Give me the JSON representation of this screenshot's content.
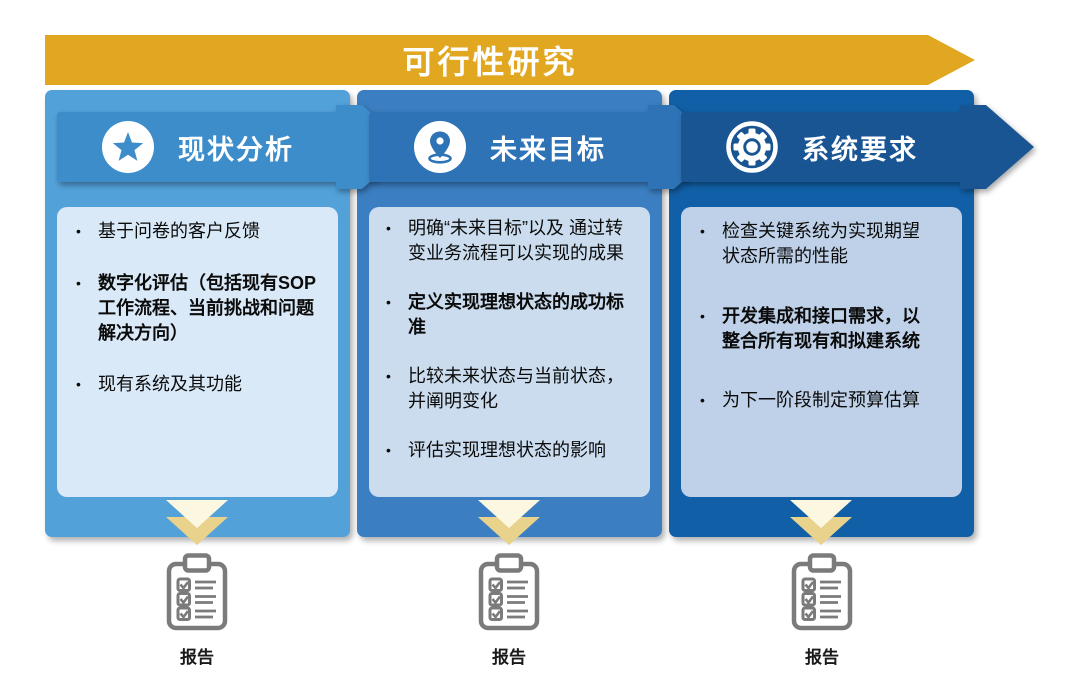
{
  "bullet": "•",
  "banner": {
    "title": "可行性研究"
  },
  "columns": [
    {
      "header": {
        "label": "现状分析",
        "icon": "star-icon"
      },
      "bullets": [
        {
          "text": "基于问卷的客户反馈",
          "bold": false
        },
        {
          "text": "数字化评估（包括现有SOP工作流程、当前挑战和问题解决方向）",
          "bold": true
        },
        {
          "text": "现有系统及其功能",
          "bold": false
        }
      ],
      "footer_label": "报告"
    },
    {
      "header": {
        "label": "未来目标",
        "icon": "location-pin-icon"
      },
      "bullets": [
        {
          "text": "明确“未来目标”以及 通过转变业务流程可以实现的成果",
          "bold": false
        },
        {
          "text": "定义实现理想状态的成功标准",
          "bold": true
        },
        {
          "text": "比较未来状态与当前状态，并阐明变化",
          "bold": false
        },
        {
          "text": "评估实现理想状态的影响",
          "bold": false
        }
      ],
      "footer_label": "报告"
    },
    {
      "header": {
        "label": "系统要求",
        "icon": "gear-icon"
      },
      "bullets": [
        {
          "text": "检查关键系统为实现期望状态所需的性能",
          "bold": false
        },
        {
          "text": "开发集成和接口需求，以整合所有现有和拟建系统",
          "bold": true
        },
        {
          "text": "为下一阶段制定预算估算",
          "bold": false
        }
      ],
      "footer_label": "报告"
    }
  ],
  "colors": {
    "banner_gold": "#E2A720",
    "panel_1": "#52A1D9",
    "band_1": "#3E8DCB",
    "box_1": "#D9E9F8",
    "panel_2": "#3B7EC2",
    "band_2": "#2F73B7",
    "box_2": "#CADCEE",
    "panel_3": "#1160A7",
    "band_3": "#1A5593",
    "box_3": "#BFD1E8",
    "chevron_cream": "#FBF7E0",
    "chevron_gold": "#E9D28C",
    "clipboard_gray": "#7B7B7B",
    "text": "#0B0B0B"
  }
}
